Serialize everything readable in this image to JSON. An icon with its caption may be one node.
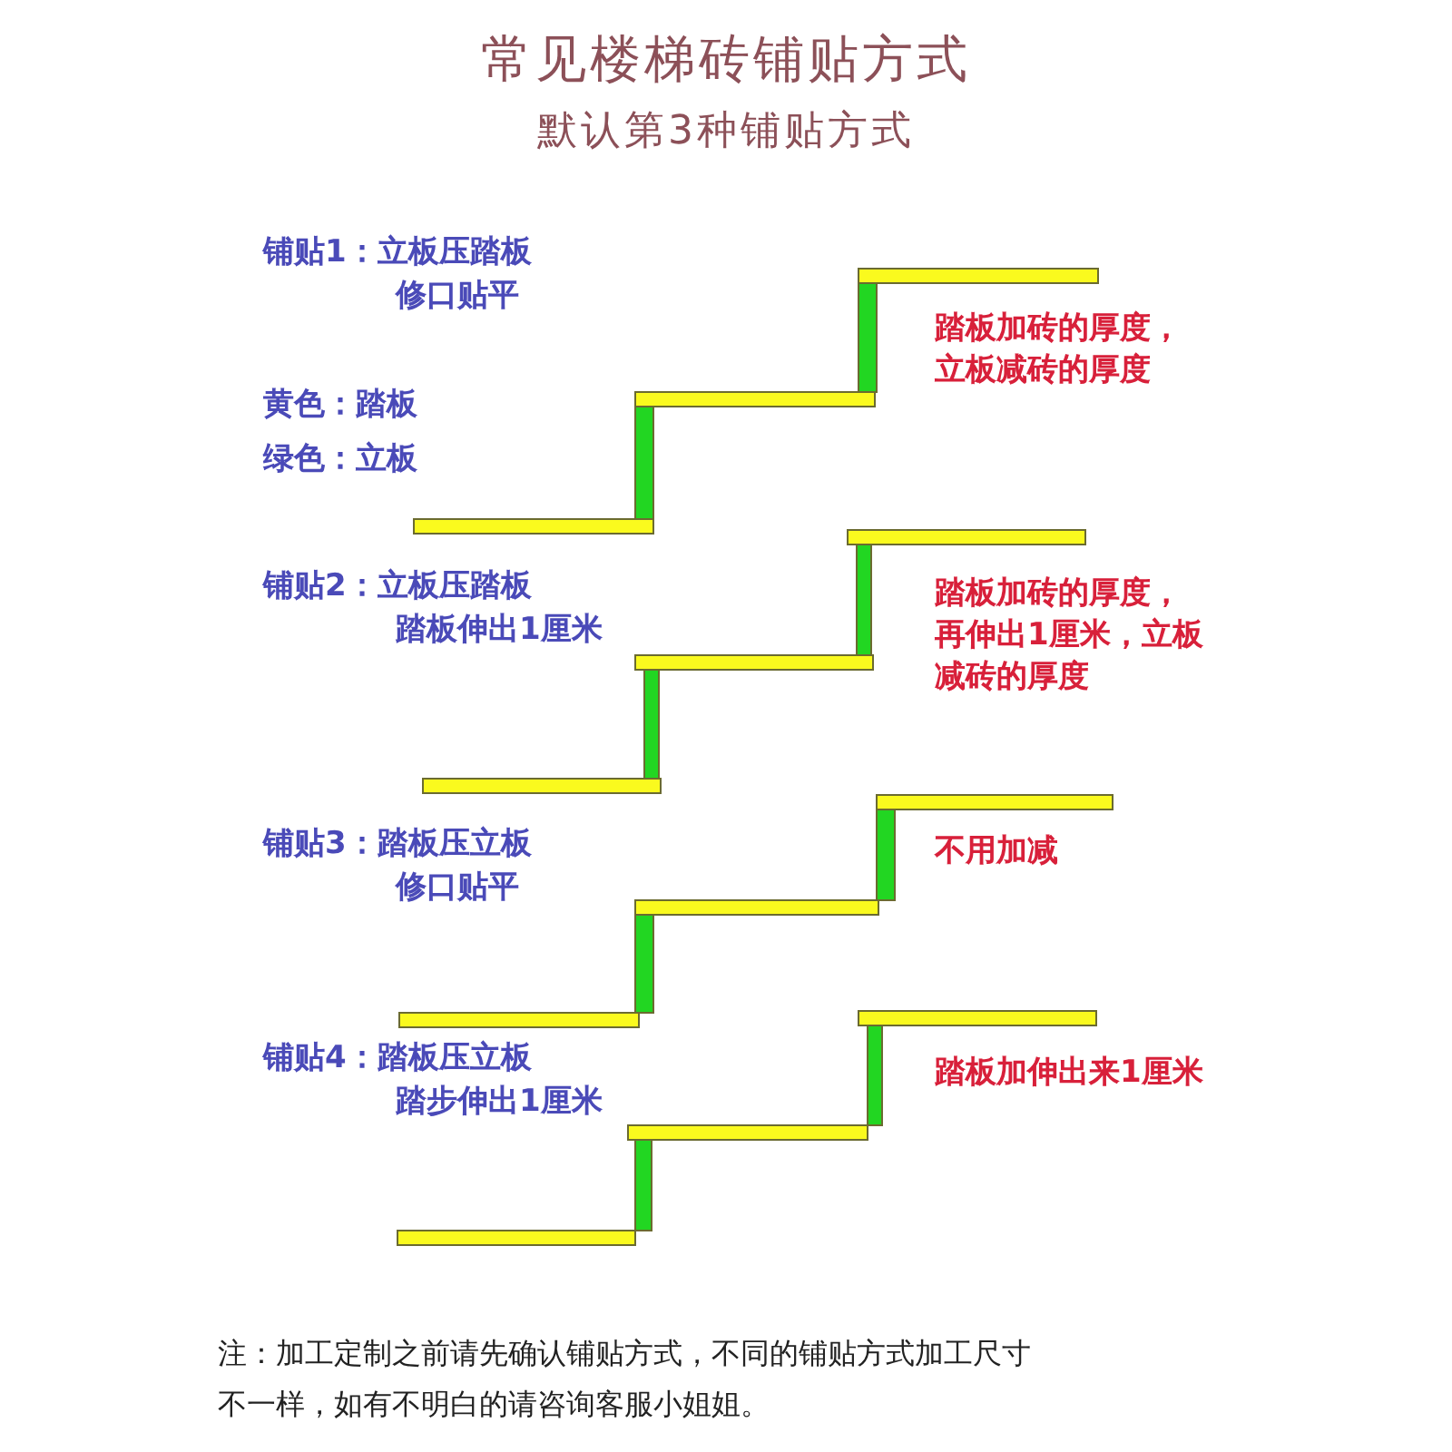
{
  "diagram": {
    "title": "常见楼梯砖铺贴方式",
    "labels": [
      "默认第3种铺贴方式",
      "铺贴1：立板压踏板",
      "修口贴平",
      "踏板加砖的厚度，立板减砖的厚度",
      "黄色：踏板",
      "绿色：立板",
      "铺贴2：立板压踏板",
      "踏板伸出1厘米",
      "踏板加砖的厚度，再伸出1厘米，立板减砖的厚度",
      "铺贴3：踏板压立板",
      "修口贴平",
      "不用加减",
      "铺贴4：踏板压立板",
      "踏步伸出1厘米",
      "踏板加伸出来1厘米"
    ],
    "caption": "注：加工定制之前请先确认铺贴方式，不同的铺贴方式加工尺寸不一样，如有不明白的请咨询客服小姐姐。"
  }
}
